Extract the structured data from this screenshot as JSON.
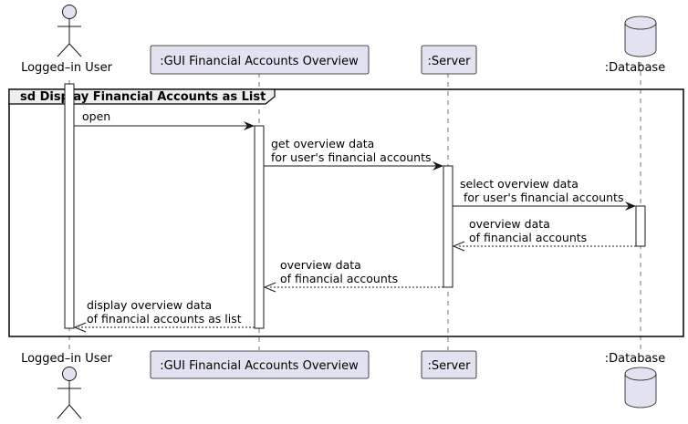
{
  "colors": {
    "participant_fill": "#E2E2F0",
    "stroke": "#181818",
    "background": "#FFFFFF"
  },
  "frame": {
    "title": "sd Display Financial Accounts as List"
  },
  "participants": [
    {
      "id": "user",
      "label": "Logged–in User",
      "kind": "actor"
    },
    {
      "id": "gui",
      "label": ":GUI Financial Accounts Overview",
      "kind": "participant"
    },
    {
      "id": "server",
      "label": ":Server",
      "kind": "participant"
    },
    {
      "id": "database",
      "label": ":Database",
      "kind": "database"
    }
  ],
  "messages": [
    {
      "from": "user",
      "to": "gui",
      "style": "solid",
      "lines": [
        "open"
      ]
    },
    {
      "from": "gui",
      "to": "server",
      "style": "solid",
      "lines": [
        "get overview data",
        "for user's financial accounts"
      ]
    },
    {
      "from": "server",
      "to": "database",
      "style": "solid",
      "lines": [
        "select overview data",
        " for user's financial accounts"
      ]
    },
    {
      "from": "database",
      "to": "server",
      "style": "dashed",
      "lines": [
        "overview data",
        "of financial accounts"
      ]
    },
    {
      "from": "server",
      "to": "gui",
      "style": "dashed",
      "lines": [
        "overview data",
        "of financial accounts"
      ]
    },
    {
      "from": "gui",
      "to": "user",
      "style": "dashed",
      "lines": [
        "display overview data",
        "of financial accounts as list"
      ]
    }
  ]
}
